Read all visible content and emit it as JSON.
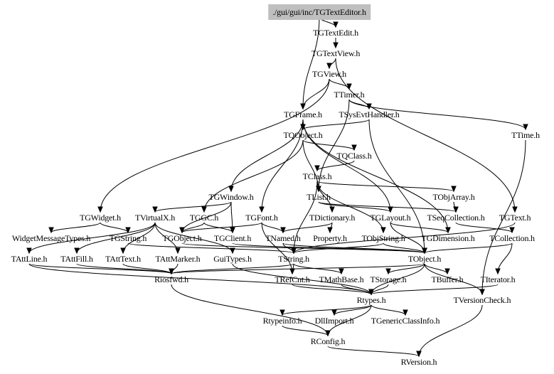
{
  "diagram": {
    "title": "./gui/gui/inc/TGTextEditor.h",
    "root": "./gui/gui/inc/TGTextEditor.h",
    "nodes": [
      {
        "id": "TGTextEditor",
        "label": "./gui/gui/inc/TGTextEditor.h",
        "root": true
      },
      {
        "id": "TGTextEdit",
        "label": "TGTextEdit.h"
      },
      {
        "id": "TGTextView",
        "label": "TGTextView.h"
      },
      {
        "id": "TGView",
        "label": "TGView.h"
      },
      {
        "id": "TTimer",
        "label": "TTimer.h"
      },
      {
        "id": "TGFrame",
        "label": "TGFrame.h"
      },
      {
        "id": "TSysEvtHandler",
        "label": "TSysEvtHandler.h"
      },
      {
        "id": "TTime",
        "label": "TTime.h"
      },
      {
        "id": "TQObject",
        "label": "TQObject.h"
      },
      {
        "id": "TQClass",
        "label": "TQClass.h"
      },
      {
        "id": "TClass",
        "label": "TClass.h"
      },
      {
        "id": "TGWindow",
        "label": "TGWindow.h"
      },
      {
        "id": "TList",
        "label": "TList.h"
      },
      {
        "id": "TObjArray",
        "label": "TObjArray.h"
      },
      {
        "id": "TGWidget",
        "label": "TGWidget.h"
      },
      {
        "id": "TVirtualX",
        "label": "TVirtualX.h"
      },
      {
        "id": "TGGC",
        "label": "TGGC.h"
      },
      {
        "id": "TGFont",
        "label": "TGFont.h"
      },
      {
        "id": "TDictionary",
        "label": "TDictionary.h"
      },
      {
        "id": "TGLayout",
        "label": "TGLayout.h"
      },
      {
        "id": "TSeqCollection",
        "label": "TSeqCollection.h"
      },
      {
        "id": "TGText",
        "label": "TGText.h"
      },
      {
        "id": "WidgetMessageTypes",
        "label": "WidgetMessageTypes.h"
      },
      {
        "id": "TGString",
        "label": "TGString.h"
      },
      {
        "id": "TGObject",
        "label": "TGObject.h"
      },
      {
        "id": "TGClient",
        "label": "TGClient.h"
      },
      {
        "id": "TNamed",
        "label": "TNamed.h"
      },
      {
        "id": "Property",
        "label": "Property.h"
      },
      {
        "id": "TObjString",
        "label": "TObjString.h"
      },
      {
        "id": "TGDimension",
        "label": "TGDimension.h"
      },
      {
        "id": "TCollection",
        "label": "TCollection.h"
      },
      {
        "id": "TAttLine",
        "label": "TAttLine.h"
      },
      {
        "id": "TAttFill",
        "label": "TAttFill.h"
      },
      {
        "id": "TAttText",
        "label": "TAttText.h"
      },
      {
        "id": "TAttMarker",
        "label": "TAttMarker.h"
      },
      {
        "id": "GuiTypes",
        "label": "GuiTypes.h"
      },
      {
        "id": "TString",
        "label": "TString.h"
      },
      {
        "id": "TObject",
        "label": "TObject.h"
      },
      {
        "id": "Riosfwd",
        "label": "Riosfwd.h"
      },
      {
        "id": "TRefCnt",
        "label": "TRefCnt.h"
      },
      {
        "id": "TMathBase",
        "label": "TMathBase.h"
      },
      {
        "id": "TStorage",
        "label": "TStorage.h"
      },
      {
        "id": "TBuffer",
        "label": "TBuffer.h"
      },
      {
        "id": "TIterator",
        "label": "TIterator.h"
      },
      {
        "id": "Rtypes",
        "label": "Rtypes.h"
      },
      {
        "id": "TVersionCheck",
        "label": "TVersionCheck.h"
      },
      {
        "id": "Rtypeinfo",
        "label": "Rtypeinfo.h"
      },
      {
        "id": "DllImport",
        "label": "DllImport.h"
      },
      {
        "id": "TGenericClassInfo",
        "label": "TGenericClassInfo.h"
      },
      {
        "id": "RConfig",
        "label": "RConfig.h"
      },
      {
        "id": "RVersion",
        "label": "RVersion.h"
      }
    ],
    "edges": [
      [
        "TGTextEditor",
        "TGTextEdit"
      ],
      [
        "TGTextEditor",
        "TGFrame"
      ],
      [
        "TGTextEdit",
        "TGTextView"
      ],
      [
        "TGTextView",
        "TGView"
      ],
      [
        "TGTextView",
        "TGText"
      ],
      [
        "TGView",
        "TTimer"
      ],
      [
        "TGView",
        "TGFrame"
      ],
      [
        "TGView",
        "TGWidget"
      ],
      [
        "TTimer",
        "TSysEvtHandler"
      ],
      [
        "TTimer",
        "TTime"
      ],
      [
        "TTimer",
        "TList"
      ],
      [
        "TGFrame",
        "TQObject"
      ],
      [
        "TGFrame",
        "TGWindow"
      ],
      [
        "TGFrame",
        "TGFont"
      ],
      [
        "TGFrame",
        "TGDimension"
      ],
      [
        "TGFrame",
        "TGLayout"
      ],
      [
        "TSysEvtHandler",
        "TQObject"
      ],
      [
        "TSysEvtHandler",
        "TObject"
      ],
      [
        "TQObject",
        "TQClass"
      ],
      [
        "TQObject",
        "TList"
      ],
      [
        "TQObject",
        "TGGC"
      ],
      [
        "TQClass",
        "TClass"
      ],
      [
        "TClass",
        "TDictionary"
      ],
      [
        "TClass",
        "TObjArray"
      ],
      [
        "TClass",
        "TObjString"
      ],
      [
        "TClass",
        "TString"
      ],
      [
        "TGWindow",
        "TGObject"
      ],
      [
        "TGWindow",
        "TVirtualX"
      ],
      [
        "TGWindow",
        "TGClient"
      ],
      [
        "TList",
        "TSeqCollection"
      ],
      [
        "TList",
        "TGLayout"
      ],
      [
        "TObjArray",
        "TSeqCollection"
      ],
      [
        "TGWidget",
        "WidgetMessageTypes"
      ],
      [
        "TGWidget",
        "TGString"
      ],
      [
        "TVirtualX",
        "TAttLine"
      ],
      [
        "TVirtualX",
        "TAttFill"
      ],
      [
        "TVirtualX",
        "TAttText"
      ],
      [
        "TVirtualX",
        "TAttMarker"
      ],
      [
        "TVirtualX",
        "GuiTypes"
      ],
      [
        "TGGC",
        "TGObject"
      ],
      [
        "TGGC",
        "TGClient"
      ],
      [
        "TGFont",
        "TNamed"
      ],
      [
        "TGFont",
        "TGObject"
      ],
      [
        "TGFont",
        "TRefCnt"
      ],
      [
        "TDictionary",
        "TNamed"
      ],
      [
        "TDictionary",
        "Property"
      ],
      [
        "TGLayout",
        "TGDimension"
      ],
      [
        "TGLayout",
        "TObject"
      ],
      [
        "TSeqCollection",
        "TCollection"
      ],
      [
        "TGText",
        "TString"
      ],
      [
        "TGString",
        "TString"
      ],
      [
        "TGObject",
        "TObject"
      ],
      [
        "TGClient",
        "TObject"
      ],
      [
        "TNamed",
        "TObject"
      ],
      [
        "TNamed",
        "TString"
      ],
      [
        "TObjString",
        "TObject"
      ],
      [
        "TObjString",
        "TString"
      ],
      [
        "TCollection",
        "TObject"
      ],
      [
        "TCollection",
        "TIterator"
      ],
      [
        "TAttLine",
        "Riosfwd"
      ],
      [
        "TAttLine",
        "Rtypes"
      ],
      [
        "TAttFill",
        "Riosfwd"
      ],
      [
        "TAttText",
        "Riosfwd"
      ],
      [
        "TAttMarker",
        "Riosfwd"
      ],
      [
        "GuiTypes",
        "Rtypes"
      ],
      [
        "TString",
        "TRefCnt"
      ],
      [
        "TString",
        "TMathBase"
      ],
      [
        "TString",
        "Riosfwd"
      ],
      [
        "TObject",
        "TStorage"
      ],
      [
        "TObject",
        "TBuffer"
      ],
      [
        "TObject",
        "Rtypes"
      ],
      [
        "TObject",
        "TVersionCheck"
      ],
      [
        "TObject",
        "Riosfwd"
      ],
      [
        "TStorage",
        "Rtypes"
      ],
      [
        "TMathBase",
        "Rtypes"
      ],
      [
        "TRefCnt",
        "Rtypes"
      ],
      [
        "TIterator",
        "Rtypes"
      ],
      [
        "Riosfwd",
        "RConfig"
      ],
      [
        "Rtypes",
        "Rtypeinfo"
      ],
      [
        "Rtypes",
        "DllImport"
      ],
      [
        "Rtypes",
        "TGenericClassInfo"
      ],
      [
        "Rtypes",
        "RConfig"
      ],
      [
        "Rtypeinfo",
        "RConfig"
      ],
      [
        "TVersionCheck",
        "RVersion"
      ],
      [
        "RConfig",
        "RVersion"
      ],
      [
        "TTime",
        "TVersionCheck"
      ]
    ]
  }
}
